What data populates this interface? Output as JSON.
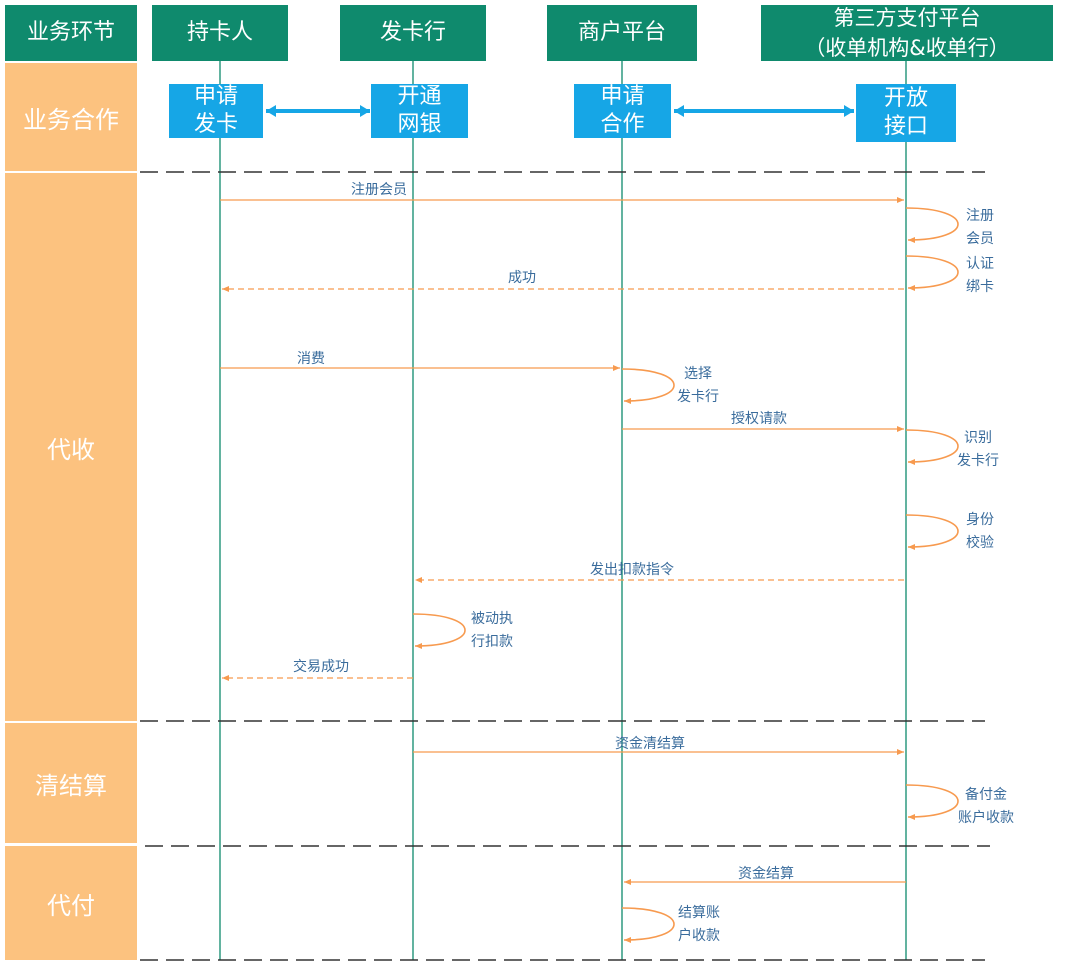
{
  "headers": {
    "stage": "业务环节",
    "cardholder": "持卡人",
    "issuer": "发卡行",
    "merchant": "商户平台",
    "third_party_line1": "第三方支付平台",
    "third_party_line2": "（收单机构&收单行）"
  },
  "stages": {
    "cooperation": "业务合作",
    "collection": "代收",
    "settlement": "清结算",
    "payment": "代付"
  },
  "boxes": {
    "apply_card": [
      "申请",
      "发卡"
    ],
    "open_banking": [
      "开通",
      "网银"
    ],
    "apply_coop": [
      "申请",
      "合作"
    ],
    "open_api": [
      "开放",
      "接口"
    ]
  },
  "messages": {
    "register": "注册会员",
    "success": "成功",
    "consume": "消费",
    "auth_request": "授权请款",
    "deduct_cmd": "发出扣款指令",
    "trade_success": "交易成功",
    "fund_clearing": "资金清结算",
    "fund_settle": "资金结算"
  },
  "notes": {
    "reg_member": [
      "注册",
      "会员"
    ],
    "verify_bind": [
      "认证",
      "绑卡"
    ],
    "choose_issuer": [
      "选择",
      "发卡行"
    ],
    "identify_issuer": [
      "识别",
      "发卡行"
    ],
    "id_check": [
      "身份",
      "校验"
    ],
    "passive_deduct": [
      "被动执",
      "行扣款"
    ],
    "reserve_collect": [
      "备付金",
      "账户收款"
    ],
    "settle_collect": [
      "结算账",
      "户收款"
    ]
  },
  "colors": {
    "header": "#0f8a6d",
    "stage": "#fcc27f",
    "box": "#16a6e6",
    "lifeline": "#0f8a6d",
    "arrow": "#f79a4f",
    "label": "#3a6c9c",
    "separator": "#333333"
  }
}
